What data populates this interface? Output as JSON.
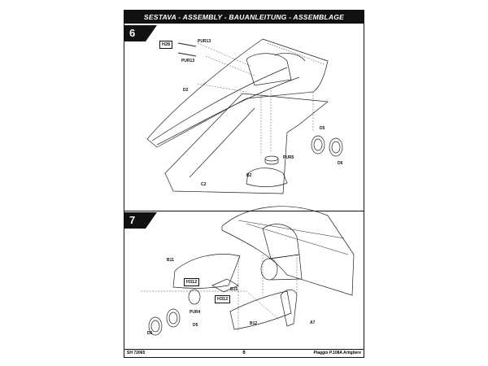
{
  "header": {
    "title": "SESTAVA - ASSEMBLY - BAUANLEITUNG - ASSEMBLAGE"
  },
  "steps": {
    "six": "6",
    "seven": "7"
  },
  "step6_labels": {
    "h28": "H28",
    "pur13_top": "PUR13",
    "pur13_bottom": "PUR13",
    "d2": "D2",
    "d5": "D5",
    "d6": "D6",
    "pur5": "PUR5",
    "b2": "B2",
    "c2": "C2"
  },
  "step7_labels": {
    "b11": "B11",
    "h312_left": "H312",
    "h312_right": "H312",
    "b15": "B15",
    "pur4": "PUR4",
    "d5": "D5",
    "d6": "D6",
    "b12": "B12",
    "a7": "A7"
  },
  "footer": {
    "code": "SH 72065",
    "page": "6",
    "model": "Piaggio P.108A Artigliere"
  }
}
